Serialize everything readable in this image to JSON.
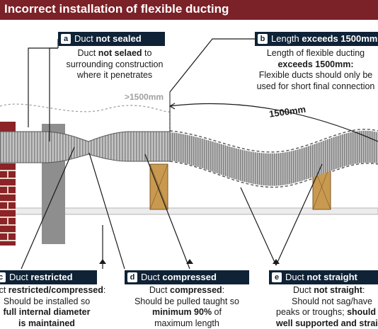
{
  "title": "Incorrect installation of flexible ducting",
  "labels": {
    "a": {
      "letter": "a",
      "text": "Duct ",
      "bold": "not sealed"
    },
    "b": {
      "letter": "b",
      "text": "Length ",
      "bold": "exceeds 1500mm"
    },
    "c": {
      "letter": "c",
      "text": "Duct ",
      "bold": "restricted"
    },
    "d": {
      "letter": "d",
      "text": "Duct ",
      "bold": "compressed"
    },
    "e": {
      "letter": "e",
      "text": "Duct ",
      "bold": "not straight"
    }
  },
  "descriptions": {
    "a": {
      "l1a": "Duct ",
      "l1b": "not selaed",
      "l1c": " to",
      "l2": "surrounding construction",
      "l3": "where it penetrates"
    },
    "b": {
      "l1": "Length of flexible ducting",
      "l2": "exceeds 1500mm:",
      "l3": "Flexible ducts should only be",
      "l4": "used for short final connection"
    },
    "c": {
      "l1a": "Duct ",
      "l1b": "restricted/compressed",
      ":": ":",
      "l2": "Should be installed so",
      "l3": "full internal diameter",
      "l4": "is maintained"
    },
    "d": {
      "l1a": "Duct ",
      "l1b": "compressed",
      ":": ":",
      "l2": "Should be pulled taught so",
      "l3": "minimum 90%",
      "l3b": " of",
      "l4": "maximum length"
    },
    "e": {
      "l1a": "Duct ",
      "l1b": "not straight",
      ":": ":",
      "l2": "Should not sag/have",
      "l3a": "peaks or troughs; ",
      "l3b": "should be",
      "l4": "well supported and straight"
    }
  },
  "dimensions": {
    "exceeds": ">1500mm",
    "length": "1500mm"
  },
  "colors": {
    "title_bg": "#7b2128",
    "label_bg": "#0f2236",
    "brick": "#8b2327",
    "timber": "#c9994f",
    "duct": "#bdbdbd"
  }
}
